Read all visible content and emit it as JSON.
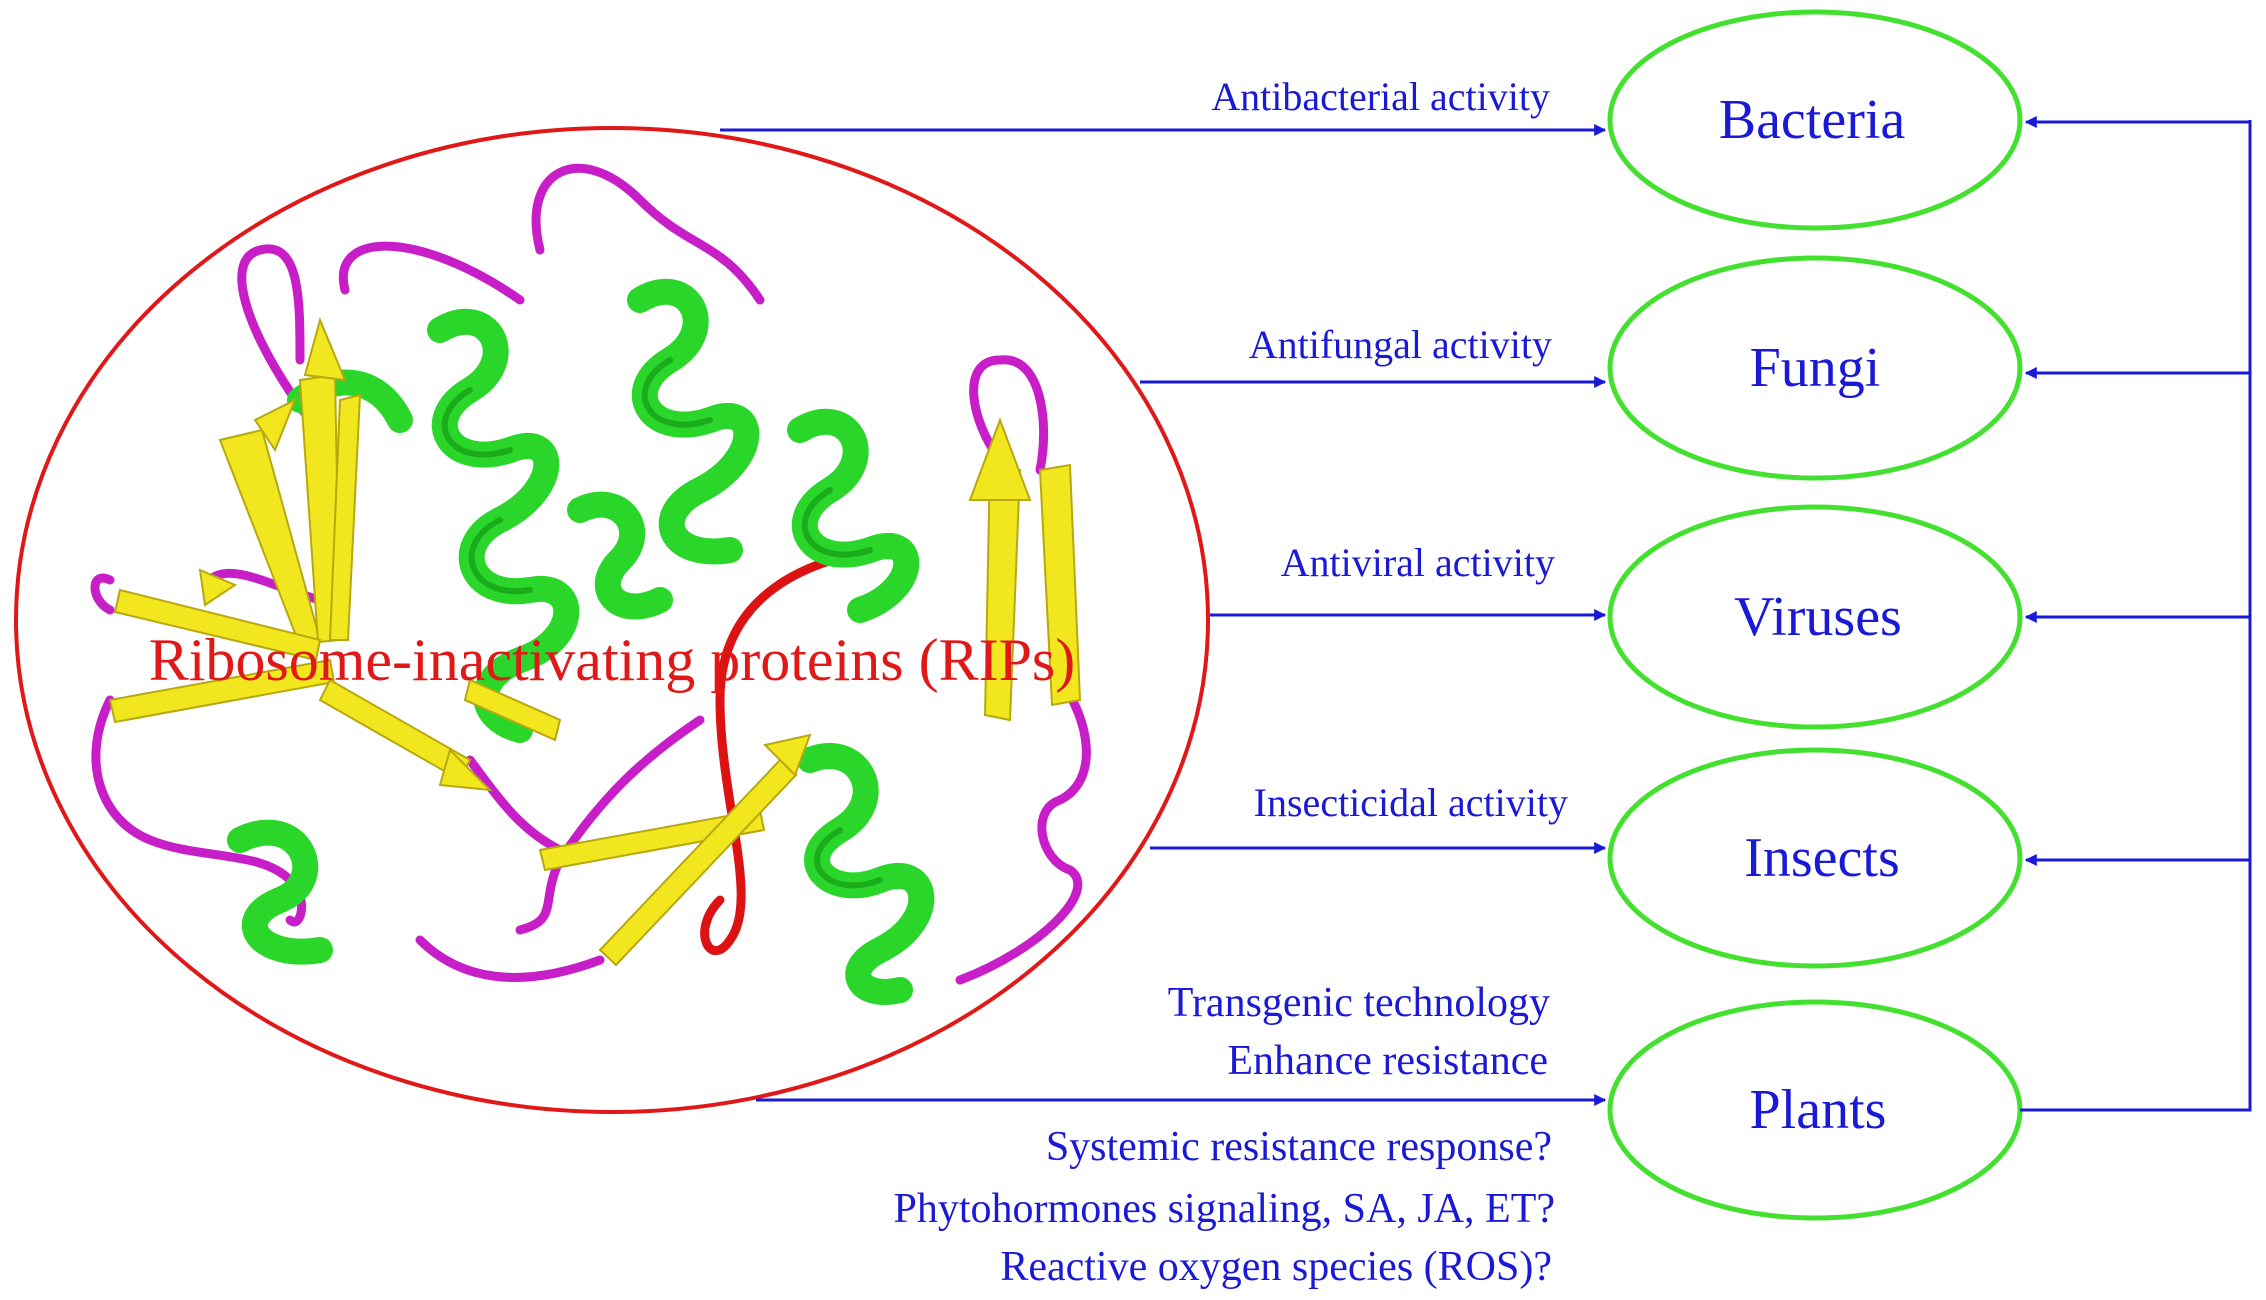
{
  "title": "Ribosome-inactivating proteins (RIPs)",
  "colors": {
    "arrow": "#1a1ad6",
    "node_border": "#44e030",
    "main_border": "#e01818",
    "helix": "#2ad62a",
    "sheet": "#f2e61e",
    "loop": "#c81ec8"
  },
  "targets": [
    {
      "name": "Bacteria",
      "activity": "Antibacterial activity"
    },
    {
      "name": "Fungi",
      "activity": "Antifungal activity"
    },
    {
      "name": "Viruses",
      "activity": "Antiviral activity"
    },
    {
      "name": "Insects",
      "activity": "Insecticidal activity"
    },
    {
      "name": "Plants"
    }
  ],
  "plant_notes_above": [
    "Transgenic technology",
    "Enhance resistance"
  ],
  "plant_notes_below": [
    "Systemic resistance response?",
    "Phytohormones signaling, SA, JA, ET?",
    "Reactive oxygen species (ROS)?"
  ]
}
